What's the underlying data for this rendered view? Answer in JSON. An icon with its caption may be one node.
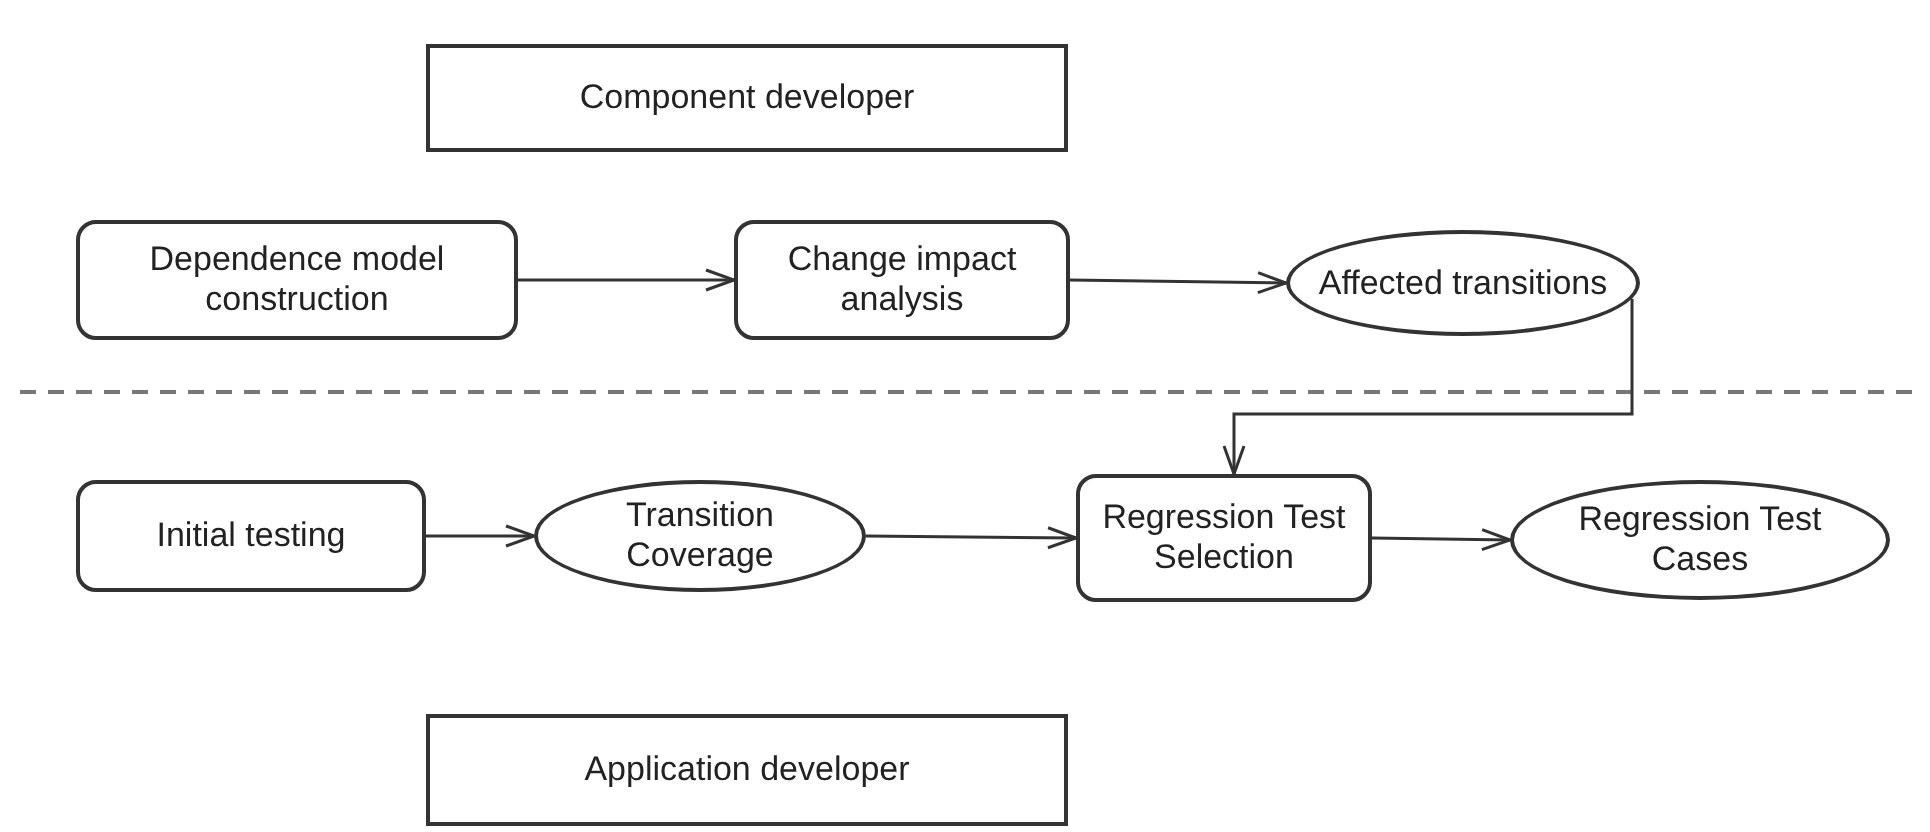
{
  "diagram": {
    "nodes": [
      {
        "text": [
          "Component developer"
        ]
      },
      {
        "text": [
          "Dependence model construction"
        ]
      },
      {
        "text": [
          "Change impact analysis"
        ]
      },
      {
        "text": [
          "Affected transitions"
        ]
      },
      {
        "text": [
          "Initial testing"
        ]
      },
      {
        "text": [
          "Transition Coverage"
        ]
      },
      {
        "text": [
          "Regression Test Selection"
        ]
      },
      {
        "text": [
          "Regression Test Cases"
        ]
      },
      {
        "text": [
          "Application developer"
        ]
      }
    ],
    "edges": [
      {
        "from": 1,
        "to": 2,
        "arrow": "to"
      },
      {
        "from": 2,
        "to": 3,
        "arrow": "to"
      },
      {
        "from": 3,
        "to": 6,
        "arrow": "to"
      },
      {
        "from": 4,
        "to": 5,
        "arrow": "to"
      },
      {
        "from": 5,
        "to": 6,
        "arrow": "to"
      },
      {
        "from": 6,
        "to": 7,
        "arrow": "to"
      }
    ]
  }
}
